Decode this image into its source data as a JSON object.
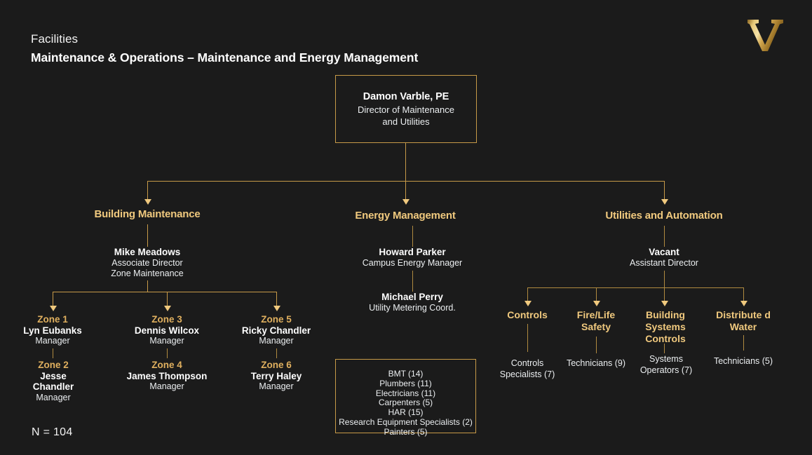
{
  "header": {
    "eyebrow": "Facilities",
    "title": "Maintenance & Operations – Maintenance and Energy Management"
  },
  "logo": {
    "letter": "V",
    "name": "vanderbilt-v-logo"
  },
  "colors": {
    "background": "#1b1b1b",
    "gold_heading": "#f0c97e",
    "gold_zone": "#e0b05f",
    "connector": "#c79a48",
    "text": "#ffffff"
  },
  "root": {
    "name": "Damon Varble, PE",
    "role_line1": "Director of Maintenance",
    "role_line2": "and Utilities"
  },
  "branches": [
    {
      "unit": "Building Maintenance",
      "lead": {
        "name": "Mike Meadows",
        "role_line1": "Associate Director",
        "role_line2": "Zone Maintenance"
      },
      "zones": [
        {
          "zone": "Zone 1",
          "name": "Lyn Eubanks",
          "title": "Manager"
        },
        {
          "zone": "Zone 2",
          "name": "Jesse Chandler",
          "title": "Manager"
        },
        {
          "zone": "Zone 3",
          "name": "Dennis Wilcox",
          "title": "Manager"
        },
        {
          "zone": "Zone 4",
          "name": "James Thompson",
          "title": "Manager"
        },
        {
          "zone": "Zone 5",
          "name": "Ricky Chandler",
          "title": "Manager"
        },
        {
          "zone": "Zone 6",
          "name": "Terry Haley",
          "title": "Manager"
        }
      ]
    },
    {
      "unit": "Energy Management",
      "lead": {
        "name": "Howard Parker",
        "role_line1": "Campus Energy Manager"
      },
      "second": {
        "name": "Michael Perry",
        "role_line1": "Utility Metering Coord."
      },
      "trades": [
        "BMT (14)",
        "Plumbers (11)",
        "Electricians (11)",
        "Carpenters (5)",
        "HAR (15)",
        "Research Equipment Specialists (2)",
        "Painters (5)"
      ]
    },
    {
      "unit": "Utilities and Automation",
      "lead": {
        "name": "Vacant",
        "role_line1": "Assistant Director"
      },
      "subunits": [
        {
          "label": "Controls",
          "staff": "Controls Specialists (7)"
        },
        {
          "label": "Fire/Life Safety",
          "staff": "Technicians (9)"
        },
        {
          "label": "Building Systems Controls",
          "staff": "Systems Operators (7)"
        },
        {
          "label": "Distribute d Water",
          "staff": "Technicians (5)"
        }
      ]
    }
  ],
  "footer": {
    "total": "N = 104"
  }
}
